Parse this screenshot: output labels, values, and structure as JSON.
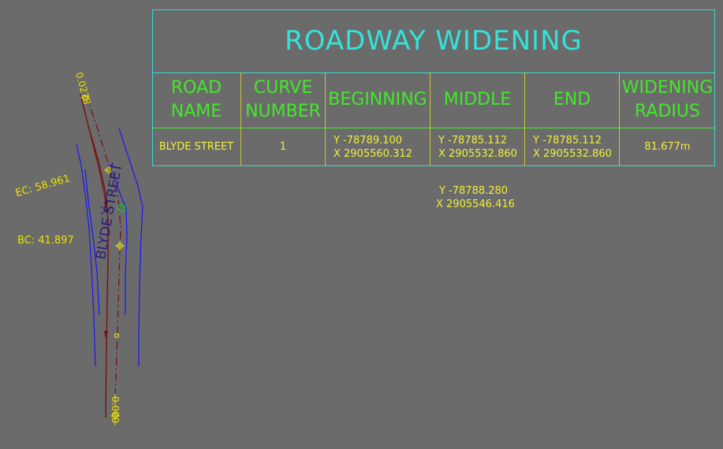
{
  "colors": {
    "background": "#6b6b6b",
    "table_border": "#33d9d3",
    "title_text": "#33e3d9",
    "header_text": "#43e82b",
    "cell_text": "#f1ef3a",
    "inner_grid": "#c9c82f",
    "road_edge": "#1a14ff",
    "centerline": "#7a0e0e",
    "street_label": "#2a1e7a",
    "marker": "#e9e300",
    "curve_point": "#00d23b"
  },
  "table": {
    "title": "ROADWAY  WIDENING",
    "headers": {
      "road_name": "ROAD\nNAME",
      "curve_number": "CURVE\nNUMBER",
      "beginning": "BEGINNING",
      "middle": "MIDDLE",
      "end": "END",
      "widening_radius": "WIDENING\nRADIUS"
    },
    "row": {
      "road_name": "BLYDE STREET",
      "curve_number": "1",
      "beginning": {
        "y": "Y -78789.100",
        "x": "X 2905560.312"
      },
      "middle": {
        "y": "Y -78785.112",
        "x": "X 2905532.860"
      },
      "end": {
        "y": "Y -78785.112",
        "x": "X 2905532.860"
      },
      "widening_radius": "81.677m"
    }
  },
  "floating_point": {
    "y": "Y -78788.280",
    "x": "X 2905546.416"
  },
  "plan": {
    "street_name": "BLYDE STREET",
    "ec_label": "EC: 58.961",
    "bc_label": "BC: 41.897",
    "chainage_end": "0.0278",
    "chainage_start": "0.000"
  }
}
